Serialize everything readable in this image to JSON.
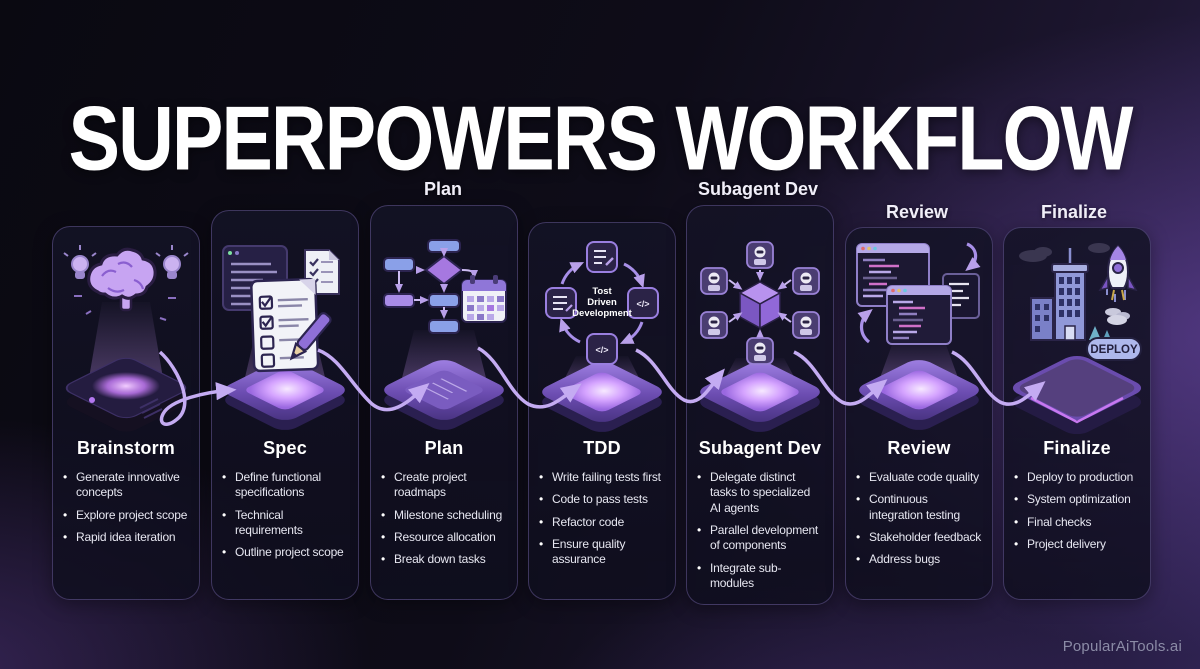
{
  "title": "SUPERPOWERS WORKFLOW",
  "watermark": "PopularAiTools.ai",
  "colors": {
    "background_dark": "#0a0911",
    "background_purple": "#2e2250",
    "card_border": "#8c7ac8",
    "accent_purple": "#a78bfa",
    "platform_glow": "#cf9bff",
    "connector": "#c4abf2",
    "text": "#ffffff"
  },
  "stages": [
    {
      "name": "Brainstorm",
      "icon": "brain-hologram-icon",
      "bullets": [
        "Generate innovative concepts",
        "Explore project scope",
        "Rapid idea iteration"
      ]
    },
    {
      "name": "Spec",
      "icon": "checklist-document-icon",
      "bullets": [
        "Define functional specifications",
        "Technical requirements",
        "Outline project scope"
      ]
    },
    {
      "name": "Plan",
      "icon": "flowchart-calendar-icon",
      "bullets": [
        "Create project roadmaps",
        "Milestone scheduling",
        "Resource allocation",
        "Break down tasks"
      ]
    },
    {
      "name": "TDD",
      "icon": "tdd-cycle-icon",
      "center_label": "Tost Driven Development",
      "center_label_lines": [
        "Tost",
        "Driven",
        "Development"
      ],
      "bullets": [
        "Write failing tests first",
        "Code to pass tests",
        "Refactor code",
        "Ensure quality assurance"
      ]
    },
    {
      "name": "Subagent Dev",
      "icon": "ai-agents-cube-icon",
      "bullets": [
        "Delegate distinct tasks to specialized AI agents",
        "Parallel development of components",
        "Integrate sub-modules"
      ]
    },
    {
      "name": "Review",
      "icon": "code-review-windows-icon",
      "bullets": [
        "Evaluate code quality",
        "Continuous integration testing",
        "Stakeholder feedback",
        "Address bugs"
      ]
    },
    {
      "name": "Finalize",
      "icon": "city-rocket-deploy-icon",
      "badge": "DEPLOY",
      "bullets": [
        "Deploy to production",
        "System optimization",
        "Final checks",
        "Project delivery"
      ]
    }
  ]
}
